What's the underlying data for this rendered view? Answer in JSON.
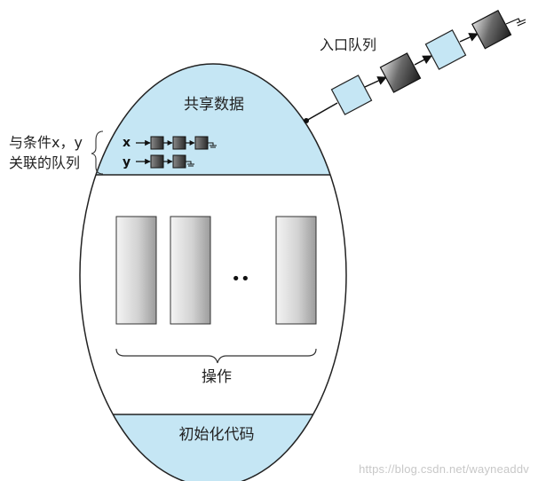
{
  "monitor": {
    "shared_data_label": "共享数据",
    "operations_label": "操作",
    "init_code_label": "初始化代码",
    "operation_ellipsis": "••"
  },
  "condition_queues": {
    "side_label_line1": "与条件x，y",
    "side_label_line2": "关联的队列",
    "items": [
      {
        "name": "x",
        "nodes": 3
      },
      {
        "name": "y",
        "nodes": 2
      }
    ]
  },
  "entry_queue": {
    "label": "入口队列",
    "nodes": [
      {
        "kind": "light"
      },
      {
        "kind": "dark"
      },
      {
        "kind": "light"
      },
      {
        "kind": "dark"
      }
    ]
  },
  "operations_count_visible": 3,
  "colors": {
    "shared_fill": "#c5e6f4",
    "border": "#222222",
    "light_node": "#c5e6f4",
    "dark_node": "#555555"
  },
  "watermark": "https://blog.csdn.net/wayneaddv"
}
